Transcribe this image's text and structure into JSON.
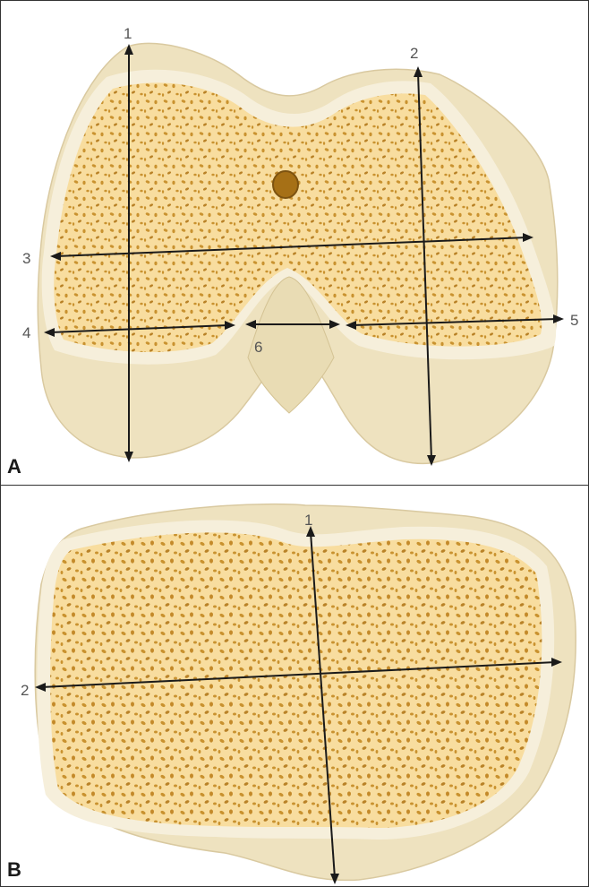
{
  "panels": [
    {
      "letter": "A",
      "structure_icon": "femur-distal-cross-section",
      "measurement_labels": [
        "1",
        "2",
        "3",
        "4",
        "5",
        "6"
      ]
    },
    {
      "letter": "B",
      "structure_icon": "tibia-proximal-cross-section",
      "measurement_labels": [
        "1",
        "2"
      ]
    }
  ],
  "colors": {
    "cortical_bone": "#f5edd6",
    "cancellous_bone": "#f8dd9f",
    "trabecular_pore": "#c9922f",
    "outer_surface": "#eee2bf",
    "measurement_line": "#1a1a1a",
    "label_text": "#555555",
    "border": "#333333"
  }
}
